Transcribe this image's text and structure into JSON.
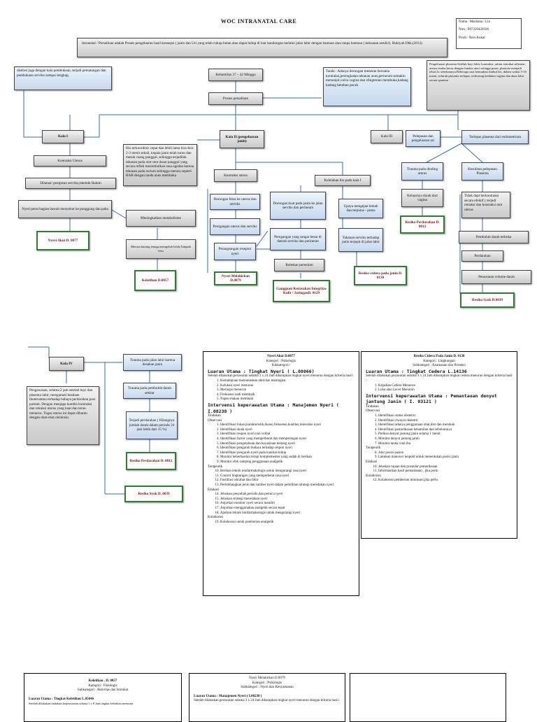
{
  "title": "WOC INTRANATAL CARE",
  "student": {
    "name": "Nama : Masliana / Lia",
    "nim": "Nim : P07220420106",
    "prodi": "Prodi : Ners Kukar"
  },
  "definition": "Intranatal / Persalinan adalah Proses pengeluaran hasil konsepsi ( janin dan Uri yang telah cukup bulan atau dapat hidup di luar kandungan melalui jalan lahir dengan bantuan atau tanpa bantuan ( kekuatan sendiri). Rukiyah Dkk.(2012)",
  "nodes": {
    "kala1_desc": "disebut juga dengan kala pembukaan, terjadi pematangan dan pembukaan serviks sampai lengkap,",
    "kehamilan": "Kehamilan 37 – 42 Minggu",
    "proses": "Proses persalinan",
    "tanda": "Tanda : Adanya dorongan meneran bersama kontraksi,peningkatan tekanan anus,perineum semakin menonjol,vulva vagina dan sfingterani membuka,kadang kadang ketuban pecah",
    "kala3_desc": "Pengeluaran plasenta Setelah bayi lahir, kontraksi, rahim istirahat sebentar, uterus teraba keras dengan fundus uteri setinggi pusat, plasenta menjadi tebal 2x sebelumnya.Beberapa saat kemudian timbul his, dalam waktu 5-10 menit, seluruh plasenta terlepas, terdorong kedalam vagina dan akan lahir secara spontan",
    "his": "His terkoordinir cepat dan lebih lama kira-kira 2-3 menit sekali, kepala janin telah turun dan masuk ruang panggul, sehingga terjadilah tekanan pada otot-otot dasar panggul yang secara reflek menimbulkan rasa ngedan karena tekanan pada rectum sehingga merasa seperti BAB dengan tanda anus membuka",
    "kala1": "Kala I",
    "kala2": "Kala II (pengeluaran janin)",
    "kala3": "Kala III",
    "pelepasan": "Pelepasan dan pengeluaran uri",
    "terlepas": "Terlepas plasenta dari endometrium",
    "kontraksi_uterus": "Kontraksi Uterus",
    "dilatasi": "Dilatasi/ penipisan serviks,iskemik Rahim",
    "nyeri_perut": "Nyeri perut bagian bawah menyebar ke punggung dan paha",
    "metabolisme": "Meningkatkan metabolisme",
    "merasa": "Merasa kurang tenaga,mengeluh lelah,Tampak lesu",
    "nyeri_akut": "Nyeri Akut D. 0077",
    "keletihan": "Keletihan D.0057",
    "kontraksi_steruss": "Kontraksi sterus",
    "kelelahan": "Kelelahan ibu pada kala I",
    "dorongan_fetus": "Dorongan fetus ke uterus dan serviks",
    "dorongan_kuat": "Dorongan kuat pada janin ke jalan serviks dan perineum",
    "peregangan_ut": "Peregangan uterus dan serviks",
    "peregangan_besar": "Peregangan yang sangat besar di daerah serviks dan perineum",
    "perangsangan": "Perangsangan reseptor nyeri",
    "robekan": "Robekan perenium",
    "nyeri_melahirkan": "Nyeri Melahirkan D.0079",
    "gangguan": "Gangguan Kerusakan Integritas Kulit / JaringanD. 0129",
    "upaya": "Upaya mengejan lemah dan terputus - putus",
    "tahanan": "Tahanan serviks terhadap janin terjepit di jalan lahir",
    "risiko_cedera": "Resiko cedera pada janin D. 0138",
    "trauma_dinding": "Trauma pada dinding uterus",
    "keluarnya": "Keluarnya darah dari vagina",
    "risiko_perd1": "Resiko Perdarahan D. 0012",
    "kesulitan": "Kesulitan pelepasan Plasenta",
    "tidak_dapat": "Tidak dapt berkontraksi secara efektif ( terjadi retraksi dan kontraksi otot uterus",
    "pembuluh": "Pembuluh darah terbuka",
    "perdarahan": "Perdarahan",
    "penurunan": "Penurunan volume darah",
    "risiko_syok1": "Resiko Syok D.0039",
    "kala4": "Kala IV",
    "trauma_jalan": "Trauma pada jalan lahir karena desakan janin",
    "trauma_pembuluh": "Trauma pada pembuluh darah sekitar",
    "terjadi_perd": "Terjadi perdarahan ( Hilangnya jumlah darah dalam periode 24 jam lebih dari 15 %)",
    "risiko_perd2": "Resiko Perdarahan D. 0012",
    "risiko_syok2": "Resiko Syok D. 0039",
    "kala4_desc": "Pengawasan, selama 2 jam setelah bayi dan plasenta lahir, mengamati keadaan ibuterutama terhadap bahaya perdarahan post partum. Dengan menjaga kondisi kontraksi dan retraksi uterus yang kuat dan terus-menerus. Tugas uterus ini dapat dibantu dengan obat-obat oksitosin."
  },
  "doc_nyeri": {
    "title": "Nyeri Akut D.0077",
    "kategori": "Kategori : Psikologis",
    "subkategori": "Subkategori :",
    "luaran": "Luaran Utama : Tingkat Nyeri ( L.08066)",
    "luaran_text": "Setelah dilakukan perawatan selama 3 x 24 Jam diharapkan tingkat nyeri menurun dengan kriteria hasil :",
    "luaran_items": [
      "Kemampuan menuntaskan aktivitas meningkat",
      "Keluhan nyeri menurun",
      "Meringis menurun",
      "Frekuensi nadi membaik",
      "Napsu makan membaik"
    ],
    "intervensi": "Intervensi keperawatan Utama : Manajemen Nyeri ( I.08238 )",
    "tindakan": "Tindakan",
    "observasi": "Observasi",
    "obs_items": [
      "Identifikasi lokasi,karakteristik,durasi,frekuensi,kualitas,intensitas nyeri",
      "Identifikasi skala nyeri",
      "Identifikasi respon nyeri non verbal",
      "Identifikasi factor yang memperberat dan memperingan nyeri",
      "Identifikasi pengetahuan dan keyakinan tentang nyeri",
      "Identifikasi pengaruh budaya terhadap respon nyeri",
      "Identifikasi pengaruh nyeri pada kualitas hidup",
      "Monitor keberhasilan terapi komplementer yang sudah di berikan",
      "Monitor efek samping penggunaan analgetik"
    ],
    "terapeutik": "Terapeutik",
    "ter_items": [
      "Berikan teknik nonfarmakologis untuk mengurangi rasa nyeri",
      "Control lingkungan yang memperberat rasa nyeri",
      "Fasilitasi istirahat dan tidur",
      "Pertimbangkan jenis dan sumber nyeri dalam pemilihan strategi meredakan nyeri"
    ],
    "edukasi": "Edukasi",
    "edu_items": [
      "Jelaskan penyebab,periode,dan pemicu nyeri",
      "Jelaskan strategi meredakan nyeri",
      "Anjurkan monitor nyeri secara mandiri",
      "Anjurkan menggunakan analgetik secara tepat",
      "Ajarkan teknik nonfarmakologis untuk mengurangi nyeri"
    ],
    "kolaborasi": "Kolaborasi",
    "kol_items": [
      "Kolaborasi untuk pemberian analgetik"
    ]
  },
  "doc_cedera": {
    "title": "Resiko Cidera Pada Janin D. 0138",
    "kategori": "Kategori : Lingkungan",
    "subkategori": "Subkategori : Keamanan dan Proteksi",
    "luaran": "Luaran Utama : Tingkat Cedera L.14136",
    "luaran_text": "Setelah dilakukan perawatan selama 3 x 24 Jam diharapkan tingkat cedera menurun dengan kriteria hasil :",
    "luaran_items": [
      "Kejadian Cedera Menurun",
      "Luka atau Lecet Menurun"
    ],
    "intervensi": "Intervensi keperawatan Utama : Pemantauan denyut jantung Janin ( I. 03121 )",
    "tindakan": "Tindakan",
    "observasi": "Observasi",
    "obs_items": [
      "Identifikasi status obstetric",
      "Identifikasi riwayat obstetric",
      "Identifikasi adanya penggunaan obat,diet dan merokok",
      "Identifikasi pemeriksaan kehamilan dan sebelumnya",
      "Periksa denyut jantung janin selama 1 menit",
      "Monitor denyut jantung janin",
      "Monitor tanda vital ibu"
    ],
    "terapeutik": "Terapeutik",
    "ter_items": [
      "Atur posisi pasien",
      "Lakukan manuver leopold untuk menentukan posisi janin"
    ],
    "edukasi": "Edukasi",
    "edu_items": [
      "Jelaskan tujuan dan prosedur pemeriksaan",
      "Informasikan hasil pemantauan , jika perlu"
    ],
    "kolaborasi": "Kolaborasi",
    "kol_items": [
      "Kolaborasi pemberian imunisasi,jika perlu"
    ]
  },
  "doc_keletihan": {
    "title": "Keletihan . D. 0057",
    "kategori": "Kategori : Fisiologis",
    "subkategori": "Subkategori : Aktivitas dan Istirahat",
    "luaran": "Luaran Utama : Tingkat Keletihan L.05046",
    "luaran_text": "Setelah dilakukan tindakan keperawatan selama 1 x 8 Jam tingkat keletihan menurun"
  },
  "doc_melahirkan": {
    "title": "Nyeri Melahirkan D.0079",
    "kategori": "Kategori : Psikologis",
    "subkategori": "Subkategori : Nyeri dan Kenyamanan",
    "luaran": "Luaran Utama : Manajemen Nyeri ( I.08238 )",
    "luaran_text": "Setelah dilakukan perawatan selama 3 x 24 Jam diharapkan tingkat nyeri menurun dengan kriteria hasil :"
  }
}
